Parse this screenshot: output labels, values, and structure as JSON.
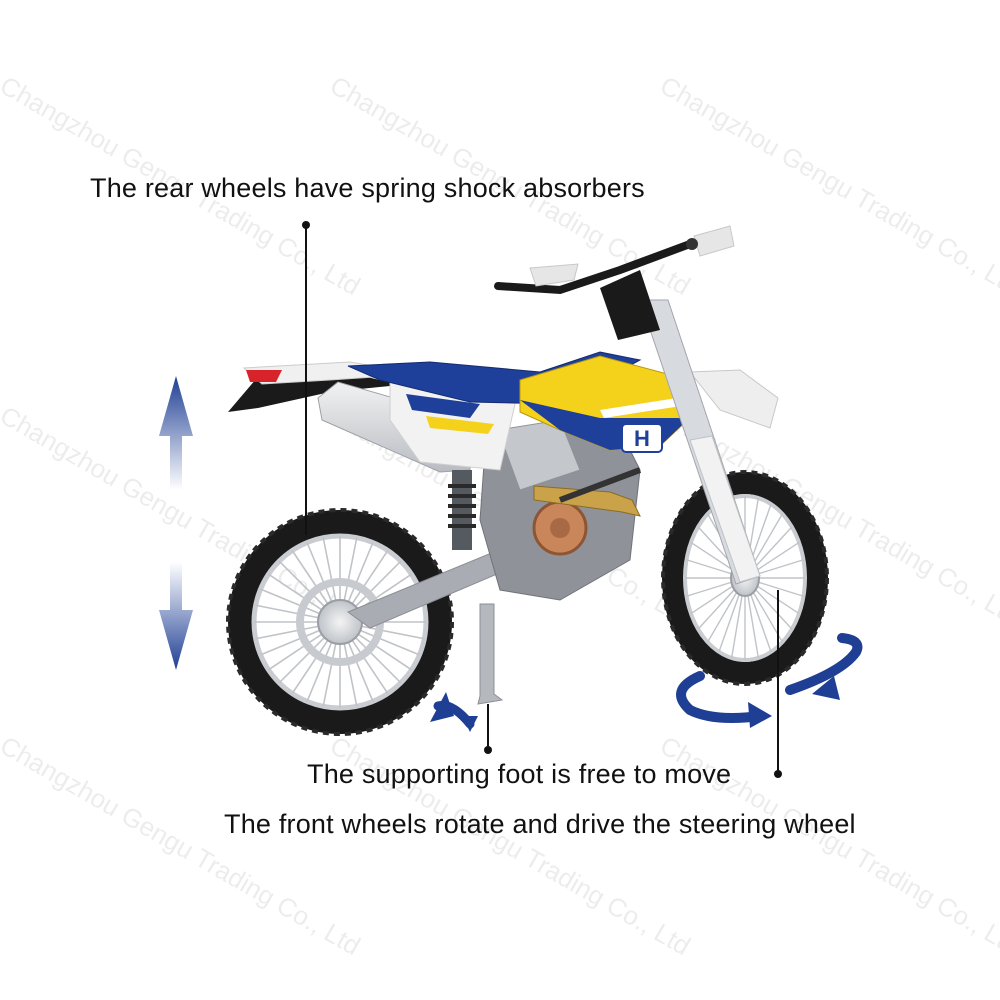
{
  "captions": {
    "rear": "The rear wheels have spring shock absorbers",
    "foot": "The supporting foot is free to move",
    "front": "The front wheels rotate and drive the steering wheel"
  },
  "watermark": "Changzhou Gengu Trading Co., Ltd",
  "logo_letter": "H",
  "colors": {
    "arrow_blue": "#1f3f94",
    "bike_blue": "#1e3f9a",
    "bike_yellow": "#f4d21b",
    "frame_white": "#eeeeee",
    "tire": "#1a1a1a",
    "swingarm_gray": "#a9adb3"
  },
  "icons": [
    "vertical-double-arrow-icon",
    "curved-arrow-icon",
    "rotation-arrows-icon"
  ]
}
